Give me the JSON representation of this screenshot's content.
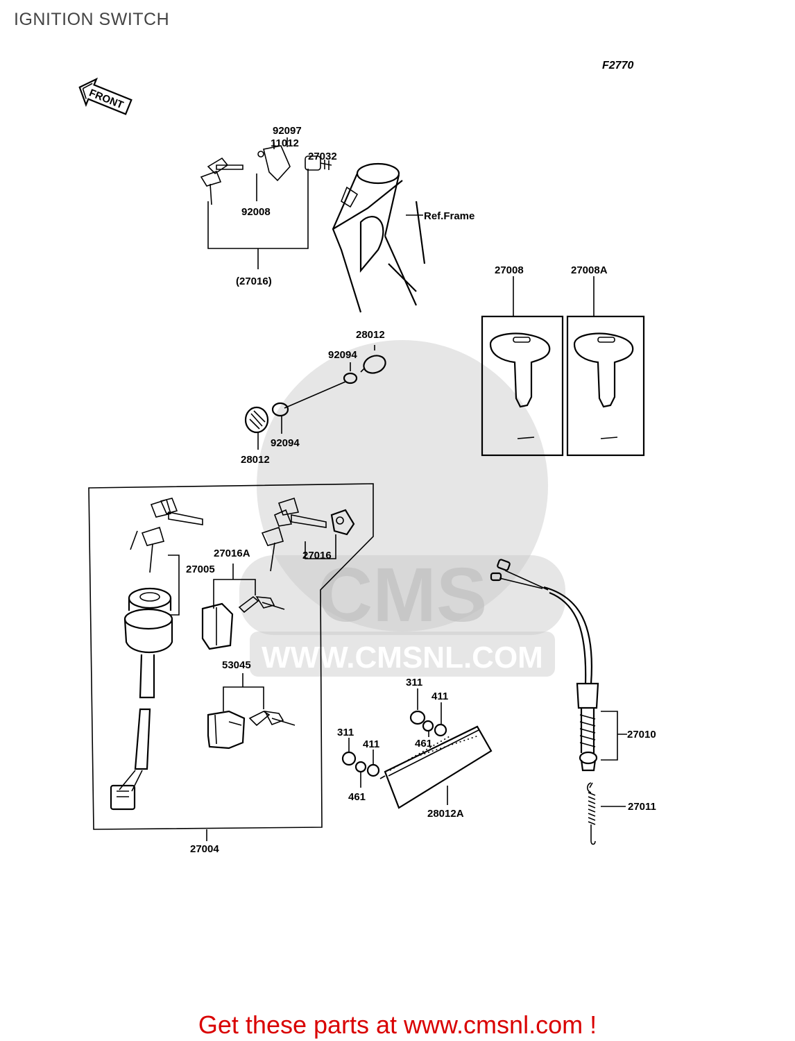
{
  "title": "IGNITION SWITCH",
  "figure_code": "F2770",
  "front_arrow_label": "FRONT",
  "watermark": {
    "brand": "CMS",
    "url": "WWW.CMSNL.COM"
  },
  "labels": {
    "p92097": "92097",
    "p11012": "11012",
    "p27032": "27032",
    "p92008": "92008",
    "ref_frame": "Ref.Frame",
    "p27016_paren": "(27016)",
    "p27008": "27008",
    "p27008a": "27008A",
    "p28012_top": "28012",
    "p92094_top": "92094",
    "p92094_bot": "92094",
    "p28012_bot": "28012",
    "p27016a": "27016A",
    "p27016": "27016",
    "p27005": "27005",
    "p53045": "53045",
    "p27004": "27004",
    "p311_top": "311",
    "p411_top": "411",
    "p461_top": "461",
    "p311_bot": "311",
    "p411_bot": "411",
    "p461_bot": "461",
    "p28012a": "28012A",
    "p27010": "27010",
    "p27011": "27011"
  },
  "footer": {
    "text": "Get these parts at www.cmsnl.com !"
  },
  "colors": {
    "footer": "#d90000",
    "title": "#444444",
    "watermark": "#c8c8c8"
  }
}
